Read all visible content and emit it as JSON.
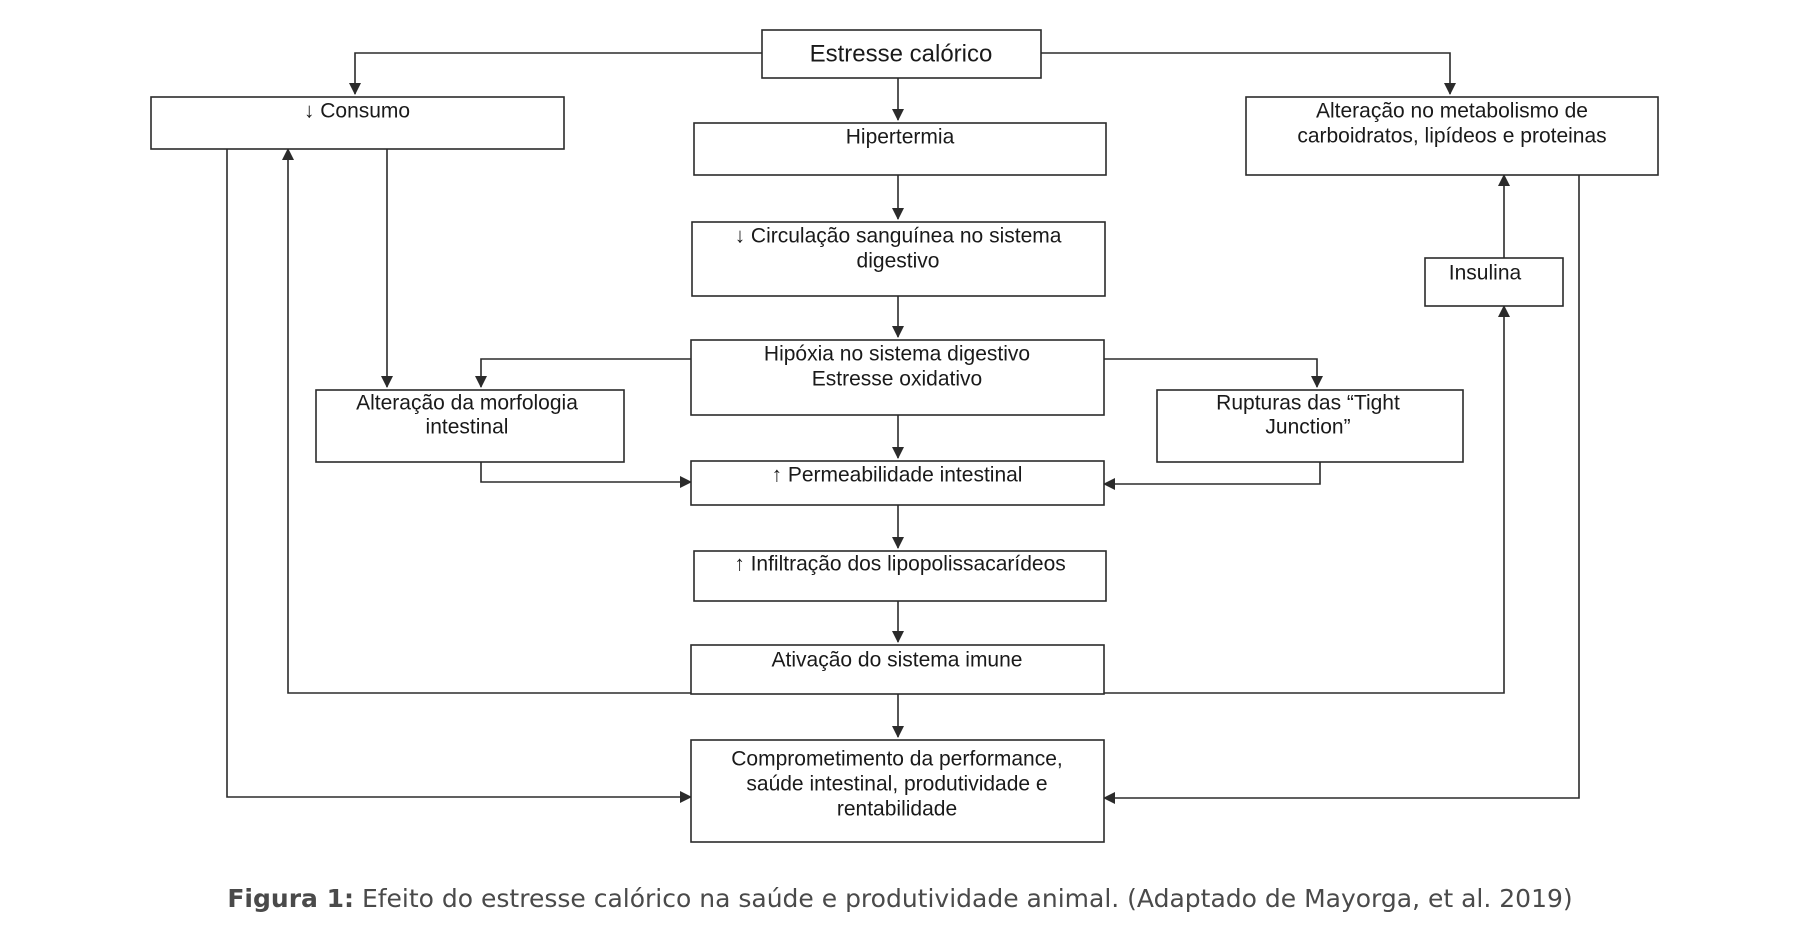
{
  "nodes": {
    "stress": {
      "lines": [
        "Estresse calórico"
      ]
    },
    "consumo": {
      "lines": [
        "↓ Consumo"
      ]
    },
    "hipertermia": {
      "lines": [
        "Hipertermia"
      ]
    },
    "metabolismo": {
      "lines": [
        "Alteração no metabolismo de",
        "carboidratos, lipídeos e proteinas"
      ]
    },
    "circulacao": {
      "lines": [
        "↓ Circulação sanguínea no sistema",
        "digestivo"
      ]
    },
    "insulina": {
      "lines": [
        "Insulina"
      ]
    },
    "hipoxia": {
      "lines": [
        "Hipóxia  no sistema digestivo",
        "Estresse oxidativo"
      ]
    },
    "morfologia": {
      "lines": [
        "Alteração da morfologia",
        "intestinal"
      ]
    },
    "tight": {
      "lines": [
        "Rupturas das “Tight",
        "Junction”"
      ]
    },
    "permeabilidade": {
      "lines": [
        "↑ Permeabilidade  intestinal"
      ]
    },
    "lps": {
      "lines": [
        "↑ Infiltração dos lipopolissacarídeos"
      ]
    },
    "imune": {
      "lines": [
        "Ativação do sistema imune"
      ]
    },
    "performance": {
      "lines": [
        "Comprometimento da performance,",
        "saúde intestinal, produtividade e",
        "rentabilidade"
      ]
    }
  },
  "edges": [
    {
      "from": "stress",
      "to": "consumo"
    },
    {
      "from": "stress",
      "to": "hipertermia"
    },
    {
      "from": "stress",
      "to": "metabolismo"
    },
    {
      "from": "hipertermia",
      "to": "circulacao"
    },
    {
      "from": "circulacao",
      "to": "hipoxia"
    },
    {
      "from": "consumo",
      "to": "morfologia"
    },
    {
      "from": "consumo",
      "to": "performance"
    },
    {
      "from": "hipoxia",
      "to": "morfologia"
    },
    {
      "from": "hipoxia",
      "to": "tight"
    },
    {
      "from": "hipoxia",
      "to": "permeabilidade"
    },
    {
      "from": "morfologia",
      "to": "permeabilidade"
    },
    {
      "from": "tight",
      "to": "permeabilidade"
    },
    {
      "from": "permeabilidade",
      "to": "lps"
    },
    {
      "from": "lps",
      "to": "imune"
    },
    {
      "from": "imune",
      "to": "consumo"
    },
    {
      "from": "imune",
      "to": "insulina"
    },
    {
      "from": "imune",
      "to": "performance"
    },
    {
      "from": "insulina",
      "to": "metabolismo"
    },
    {
      "from": "metabolismo",
      "to": "performance"
    }
  ],
  "caption": {
    "label": "Figura 1:",
    "text": " Efeito do estresse calórico na saúde e produtividade animal. (Adaptado de Mayorga, et al. 2019)"
  }
}
